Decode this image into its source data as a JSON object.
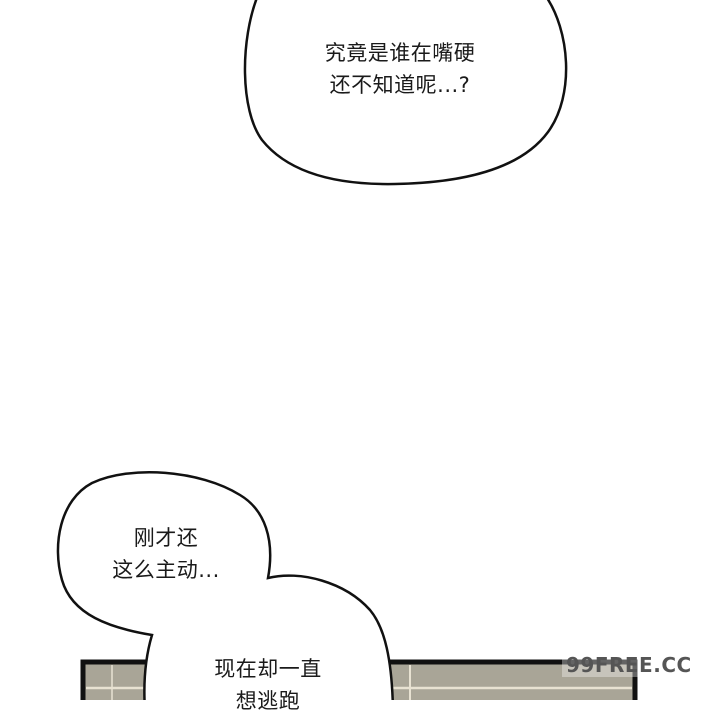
{
  "comic_page": {
    "background_color": "#ffffff",
    "bubbles": [
      {
        "id": "top",
        "lines": [
          "究竟是谁在嘴硬",
          "还不知道呢...?"
        ]
      },
      {
        "id": "left",
        "lines": [
          "刚才还",
          "这么主动..."
        ]
      },
      {
        "id": "bottom",
        "lines": [
          "现在却一直",
          "想逃跑"
        ]
      }
    ],
    "lower_panel": {
      "fill_color": "#a9a597",
      "border_color": "#111111",
      "stripe_color": "#e8e2d2"
    },
    "watermark": "99FREE.CC"
  }
}
